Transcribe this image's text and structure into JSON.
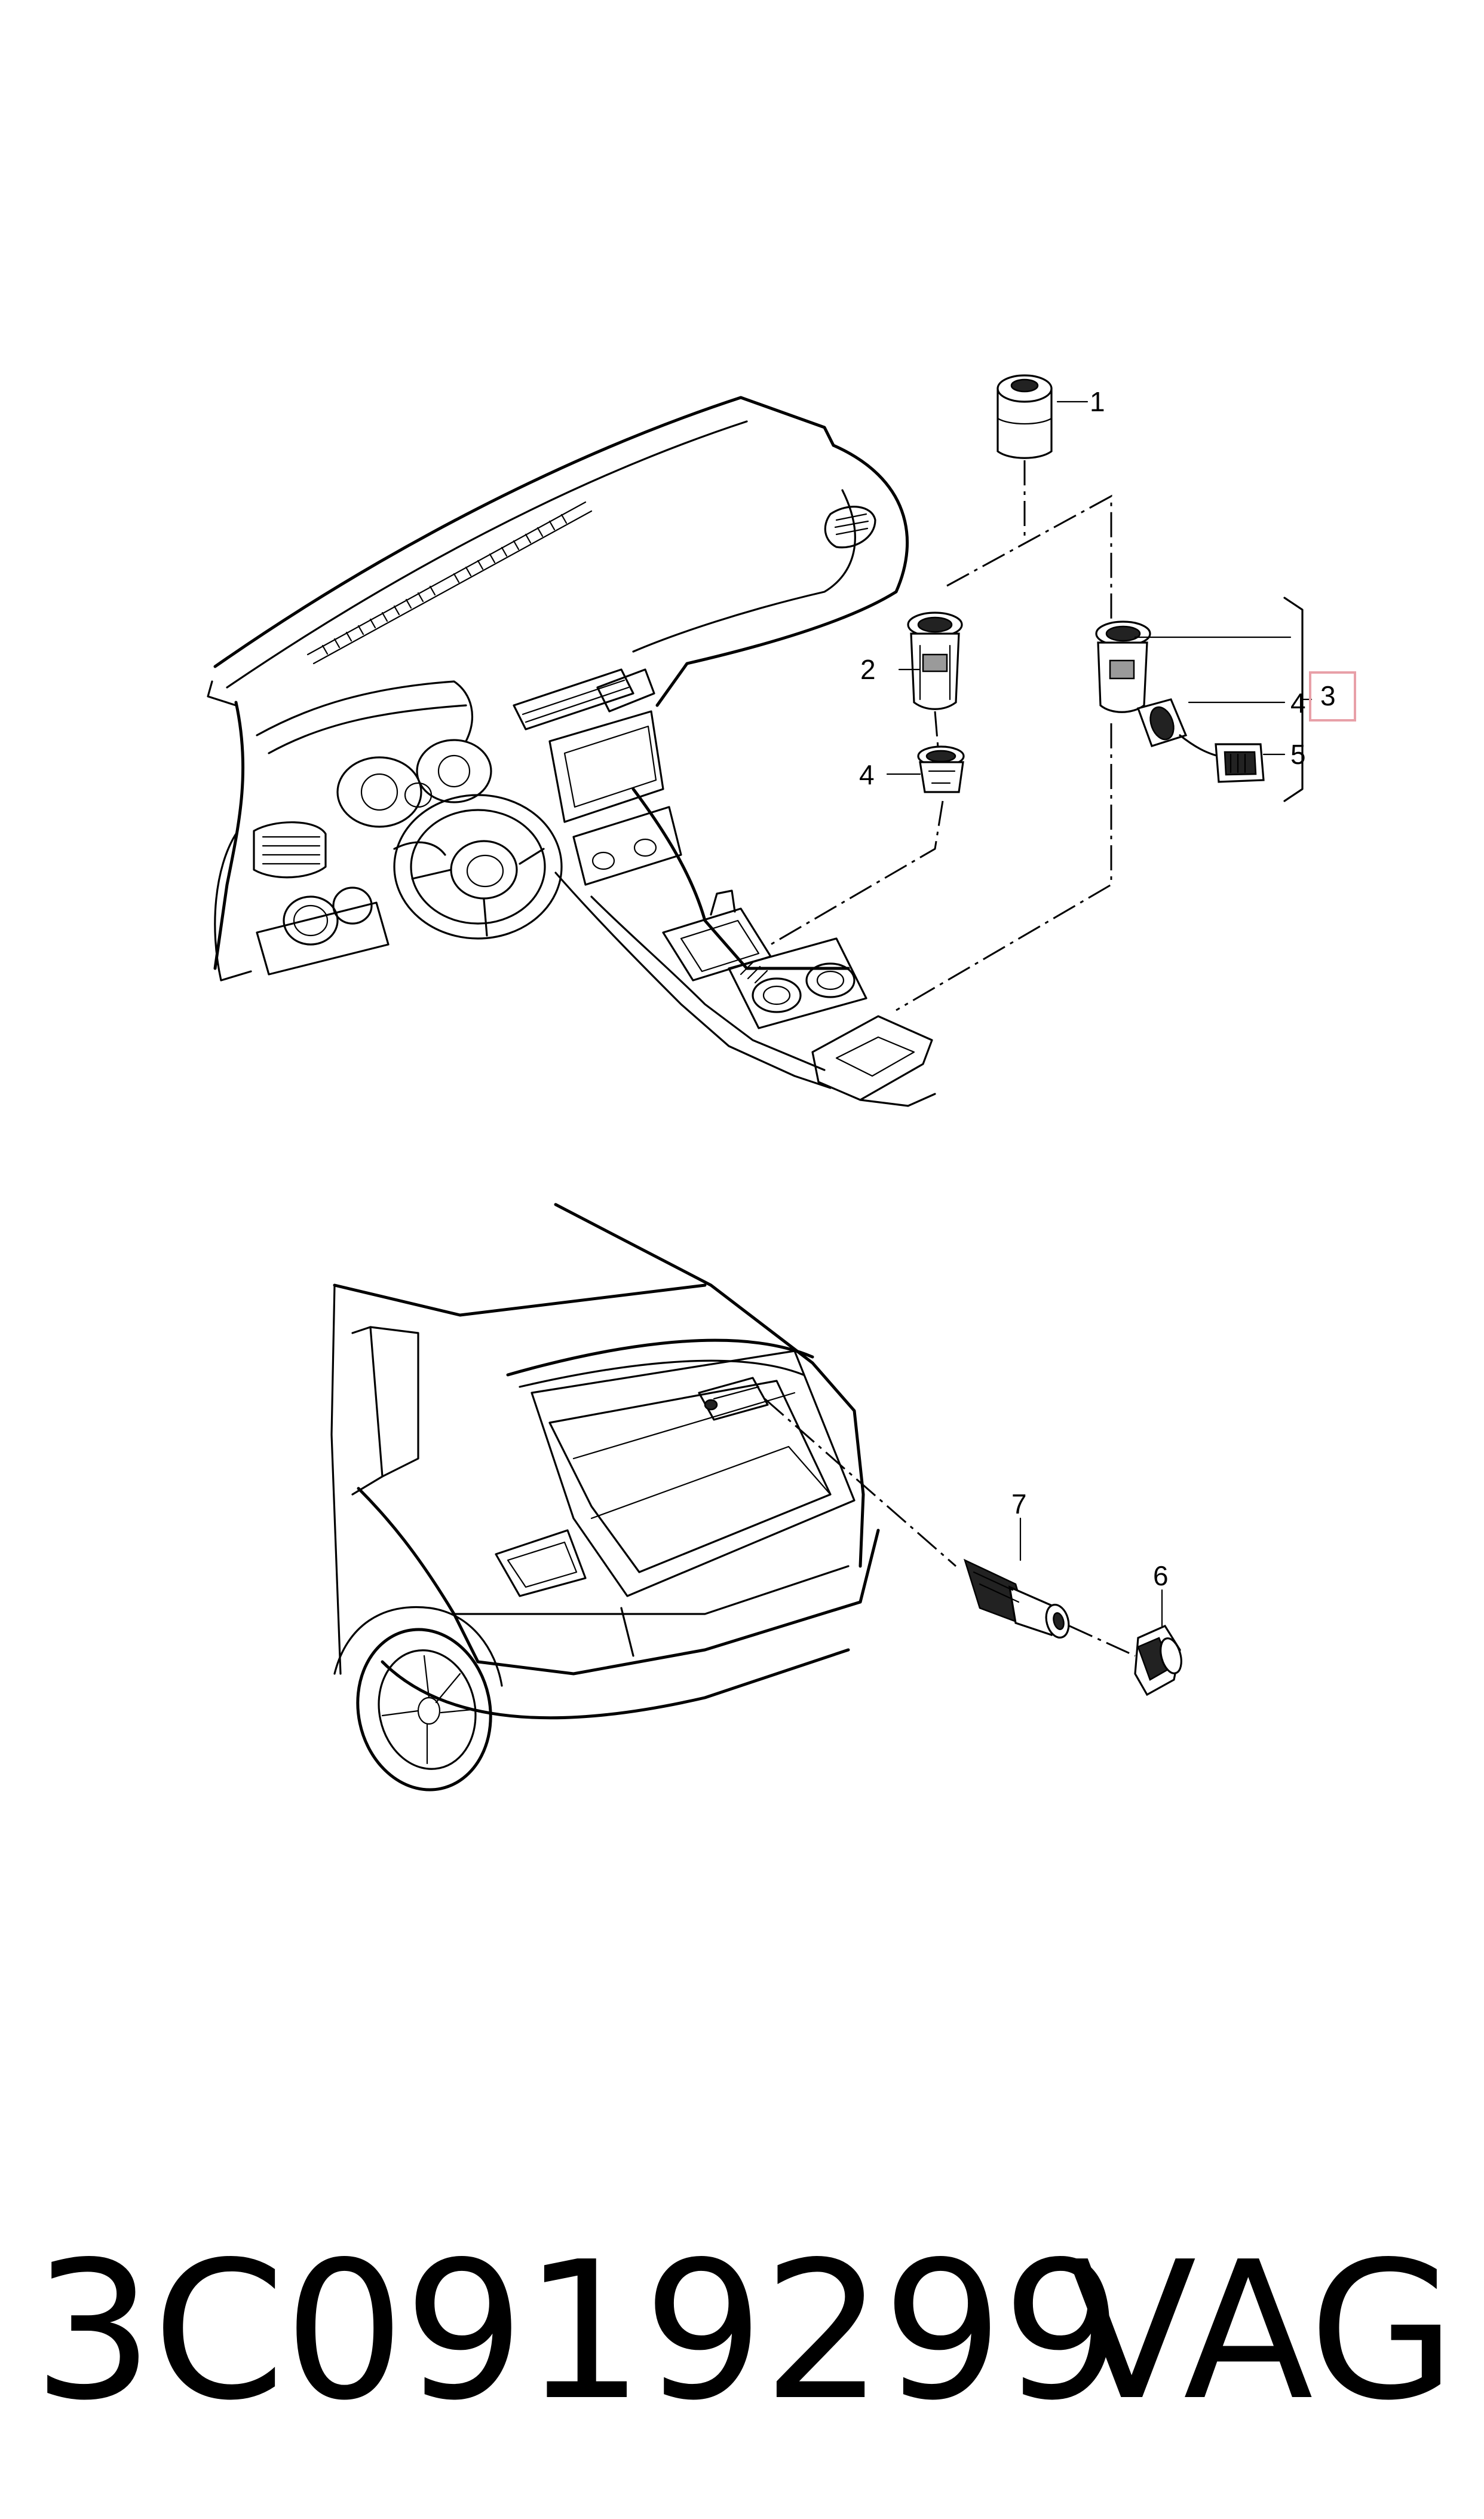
{
  "callouts": {
    "c1": "1",
    "c2": "2",
    "c3": "3",
    "c4a": "4",
    "c4b": "4",
    "c5": "5",
    "c6": "6",
    "c7": "7"
  },
  "highlight_color": "#e8a0a8",
  "footer": {
    "part_number": "3C0919299",
    "brand": "VAG"
  }
}
